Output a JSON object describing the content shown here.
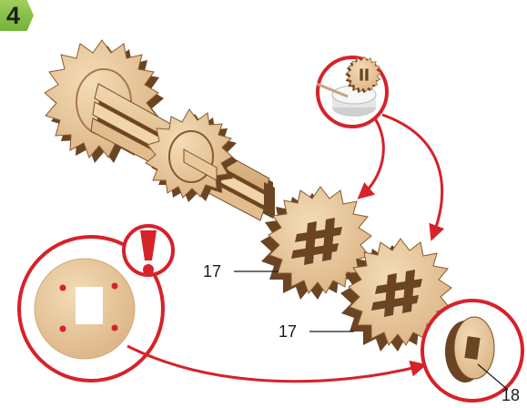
{
  "step": {
    "number": "4"
  },
  "part_labels": {
    "upper_gear": "17",
    "lower_gear": "17",
    "end_cap": "18"
  },
  "colors": {
    "wood": "#e8c9a0",
    "wood_shade": "#d2ab7c",
    "wood_edge": "#6b4424",
    "callout_red": "#d6222a",
    "badge_green": "#7dbb3f",
    "glue_white": "#f2f2f2"
  },
  "icons": {
    "step_badge": "step-badge-icon",
    "glue": "glue-pot-icon",
    "warning": "exclamation-icon"
  }
}
